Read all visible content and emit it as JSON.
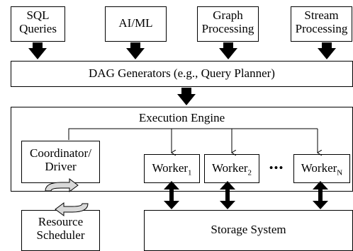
{
  "sources": [
    {
      "line1": "SQL",
      "line2": "Queries"
    },
    {
      "line1": "AI/ML",
      "line2": ""
    },
    {
      "line1": "Graph",
      "line2": "Processing"
    },
    {
      "line1": "Stream",
      "line2": "Processing"
    }
  ],
  "dag": {
    "label": "DAG Generators (e.g., Query Planner)"
  },
  "engine": {
    "title": "Execution Engine"
  },
  "coordinator": {
    "line1": "Coordinator/",
    "line2": "Driver"
  },
  "workers": [
    {
      "base": "Worker",
      "sub": "1"
    },
    {
      "base": "Worker",
      "sub": "2"
    },
    {
      "base": "Worker",
      "sub": "N"
    }
  ],
  "ellipsis": "•••",
  "scheduler": {
    "line1": "Resource",
    "line2": "Scheduler"
  },
  "storage": {
    "label": "Storage System"
  }
}
